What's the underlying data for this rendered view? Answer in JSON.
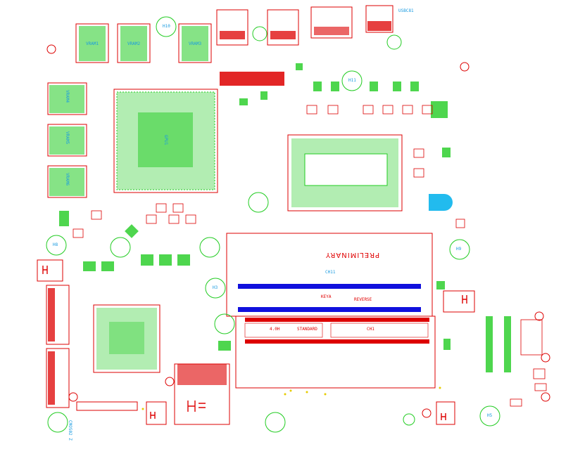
{
  "labels": {
    "vram_1": "VRAM1",
    "vram_2": "VRAM2",
    "vram_3": "VRAM3",
    "vram_4": "VRAM4",
    "vram_5": "VRAM5",
    "vram_6": "VRAM6",
    "gpu": "GPU1",
    "h10": "H10",
    "h11": "H11",
    "h8": "H8",
    "h9": "H9",
    "h3": "H3",
    "h5": "H5",
    "usb": "USBC81",
    "ch11": "CH11",
    "keya": "KEYA",
    "reverse": "REVERSE",
    "standard": "STANDARD",
    "h4_0": "4.0H",
    "ch1": "CH1",
    "cmos": "CMOS02 Z",
    "preliminary": "PRELIMINARY"
  },
  "colors": {
    "pad_green": "#22cc22",
    "outline_red": "#dd0000",
    "silk_blue": "#1a9be0",
    "connector_blue": "#1010dd",
    "cyan_part": "#22bbee",
    "background": "#ffffff"
  }
}
